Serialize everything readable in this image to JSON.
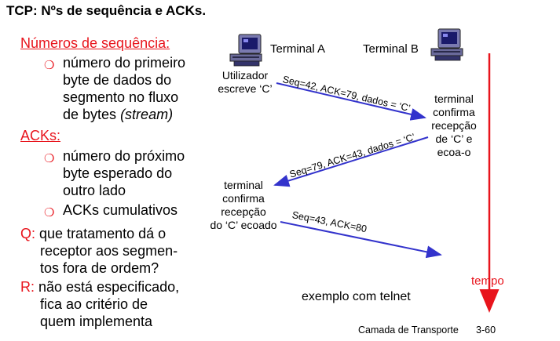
{
  "title": "TCP: Nºs de sequência e ACKs.",
  "left": {
    "seq_heading": "Números de sequência:",
    "seq_bullet_lines": [
      "número do primeiro",
      "byte de dados do",
      "segmento no fluxo",
      "de bytes"
    ],
    "seq_bullet_italic": "(stream)",
    "ack_heading": "ACKs:",
    "ack_bullet1_lines": [
      "número do próximo",
      "byte esperado do",
      "outro lado"
    ],
    "ack_bullet2": "ACKs cumulativos",
    "bullet_symbol": "❍",
    "q_label": "Q:",
    "q_lines": [
      "que tratamento dá o",
      "receptor aos segmen-",
      "tos fora de ordem?"
    ],
    "r_label": "R:",
    "r_lines": [
      "não está especificado,",
      "fica ao critério de",
      "quem implementa"
    ]
  },
  "diagram": {
    "terminal_a": "Terminal A",
    "terminal_b": "Terminal B",
    "a_event1_lines": [
      "Utilizador",
      "escreve ‘C’"
    ],
    "b_event_lines": [
      "terminal",
      "confirma",
      "recepção",
      "de ‘C’ e",
      "ecoa-o"
    ],
    "a_event2_lines": [
      "terminal",
      "confirma",
      "recepção",
      "do ‘C’ ecoado"
    ],
    "msg1": "Seq=42, ACK=79, dados = ‘C’",
    "msg2": "Seq=79, ACK=43, dados = ‘C’",
    "msg3": "Seq=43, ACK=80",
    "time_label": "tempo",
    "caption": "exemplo com telnet",
    "colors": {
      "arrow": "#3333cc",
      "time": "#e8141c",
      "accent": "#e8141c"
    }
  },
  "footer": {
    "section": "Camada de Transporte",
    "page": "3-60"
  }
}
